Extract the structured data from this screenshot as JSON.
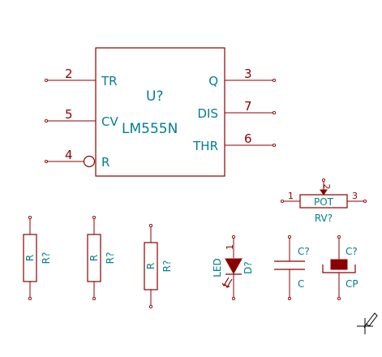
{
  "ic": {
    "ref": "U?",
    "value": "LM555N",
    "pins": [
      {
        "num": "2",
        "name": "TR"
      },
      {
        "num": "5",
        "name": "CV"
      },
      {
        "num": "4",
        "name": "R"
      },
      {
        "num": "3",
        "name": "Q"
      },
      {
        "num": "7",
        "name": "DIS"
      },
      {
        "num": "6",
        "name": "THR"
      }
    ]
  },
  "pot": {
    "label": "POT",
    "ref": "RV?",
    "pins": [
      "1",
      "2",
      "3"
    ]
  },
  "resistors": [
    {
      "value": "R",
      "ref": "R?"
    },
    {
      "value": "R",
      "ref": "R?"
    },
    {
      "value": "R",
      "ref": "R?"
    }
  ],
  "led": {
    "value": "LED",
    "ref": "D?",
    "pin": "1"
  },
  "cap": {
    "value": "C",
    "ref": "C?"
  },
  "cap_polar": {
    "value": "CP",
    "ref": "C?"
  }
}
